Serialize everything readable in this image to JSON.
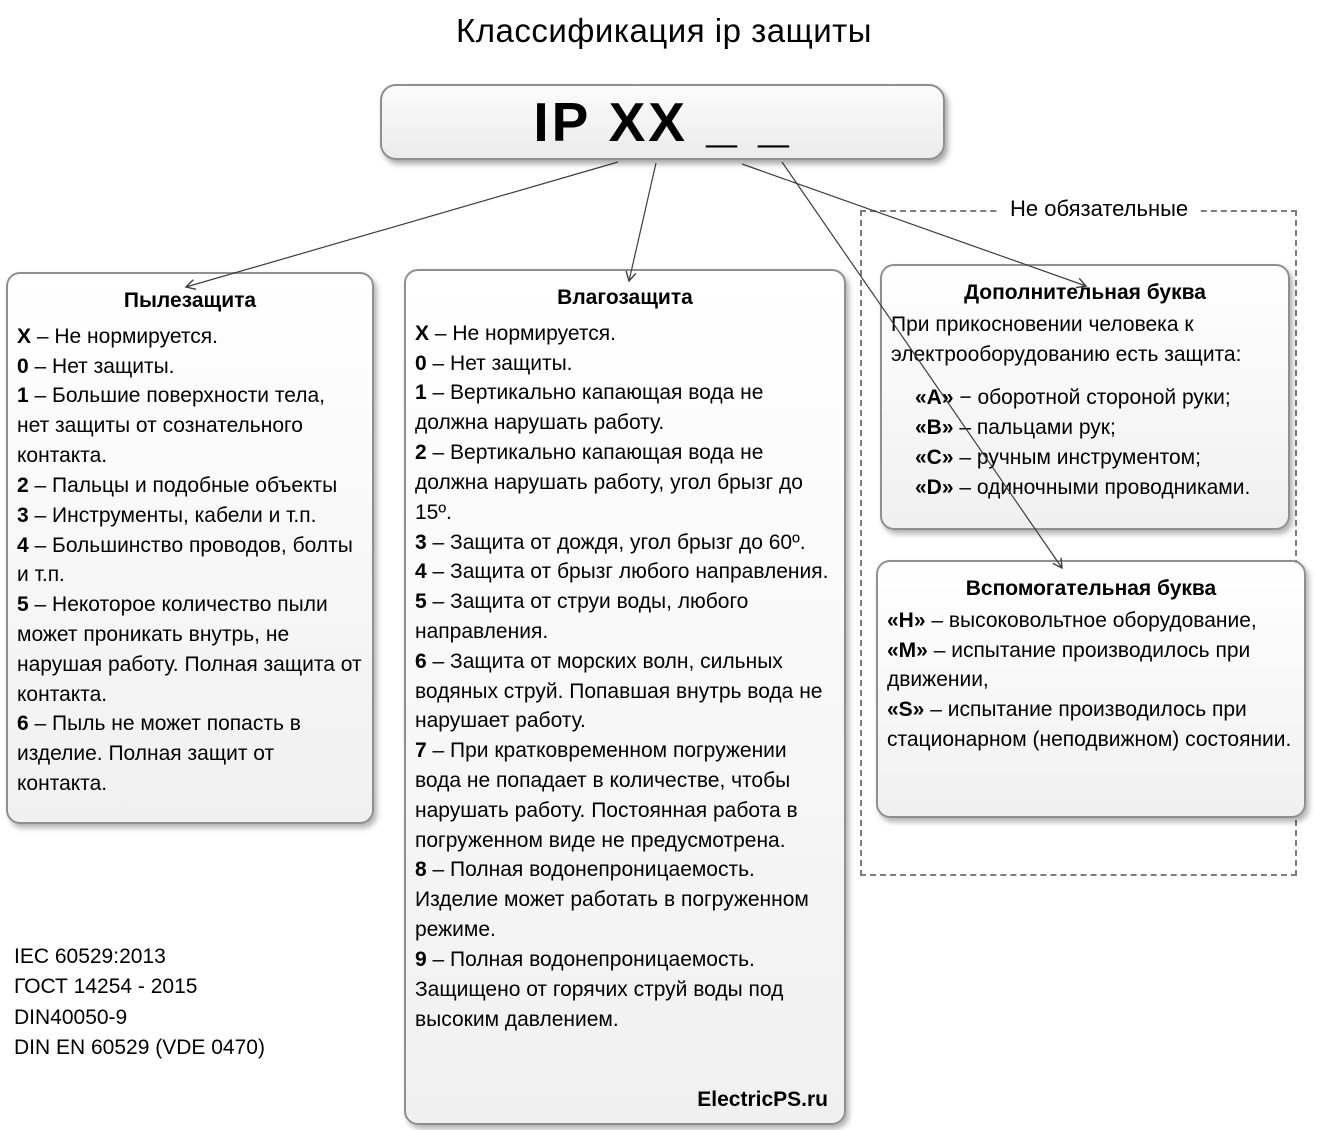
{
  "title": "Классификация ip защиты",
  "ip_code": "IP XX _ _",
  "optional_label": "Не обязательные",
  "watermark": "ElectricPS.ru",
  "standards": [
    "IEC 60529:2013",
    "ГОСТ 14254 - 2015",
    "DIN40050-9",
    "DIN EN 60529 (VDE 0470)"
  ],
  "dust": {
    "title": "Пылезащита",
    "items": [
      {
        "key": "X",
        "text": "Не нормируется."
      },
      {
        "key": "0",
        "text": "Нет защиты."
      },
      {
        "key": "1",
        "text": "Большие поверхности тела, нет защиты от сознательного контакта."
      },
      {
        "key": "2",
        "text": "Пальцы и подобные объекты"
      },
      {
        "key": "3",
        "text": "Инструменты, кабели и т.п."
      },
      {
        "key": "4",
        "text": "Большинство проводов, болты и т.п."
      },
      {
        "key": "5",
        "text": "Некоторое количество пыли может проникать внутрь, не нарушая работу. Полная защита от контакта."
      },
      {
        "key": "6",
        "text": "Пыль не может попасть в изделие. Полная защит от контакта."
      }
    ]
  },
  "water": {
    "title": "Влагозащита",
    "items": [
      {
        "key": "X",
        "text": "Не нормируется."
      },
      {
        "key": "0",
        "text": "Нет защиты."
      },
      {
        "key": "1",
        "text": "Вертикально капающая вода не должна нарушать работу."
      },
      {
        "key": "2",
        "text": "Вертикально капающая вода не должна нарушать работу, угол брызг до 15º."
      },
      {
        "key": "3",
        "text": "Защита от дождя, угол брызг до 60º."
      },
      {
        "key": "4",
        "text": "Защита от брызг любого направления."
      },
      {
        "key": "5",
        "text": "Защита от струи воды, любого направления."
      },
      {
        "key": "6",
        "text": "Защита от морских волн, сильных водяных струй. Попавшая внутрь вода не нарушает работу."
      },
      {
        "key": "7",
        "text": "При кратковременном погружении вода не попадает в количестве, чтобы нарушать работу. Постоянная работа в погруженном виде не предусмотрена."
      },
      {
        "key": "8",
        "text": "Полная водонепроницаемость. Изделие может работать в погруженном режиме."
      },
      {
        "key": "9",
        "text": "Полная водонепроницаемость. Защищено от горячих струй воды под высоким давлением."
      }
    ]
  },
  "additional": {
    "title": "Дополнительная буква",
    "intro": "При прикосновении человека к электрооборудованию есть защита:",
    "items": [
      {
        "key": "«A»",
        "sep": "−",
        "text": "оборотной стороной руки;"
      },
      {
        "key": "«B»",
        "sep": "–",
        "text": "пальцами рук;"
      },
      {
        "key": "«C»",
        "sep": "–",
        "text": "ручным инструментом;"
      },
      {
        "key": "«D»",
        "sep": "–",
        "text": "одиночными проводниками."
      }
    ]
  },
  "auxiliary": {
    "title": "Вспомогательная буква",
    "items": [
      {
        "key": "«H»",
        "sep": "–",
        "text": "высоковольтное оборудование,"
      },
      {
        "key": "«M»",
        "sep": "–",
        "text": "испытание производилось при движении,"
      },
      {
        "key": "«S»",
        "sep": "–",
        "text": "испытание производилось при стационарном (неподвижном) состоянии."
      }
    ]
  }
}
